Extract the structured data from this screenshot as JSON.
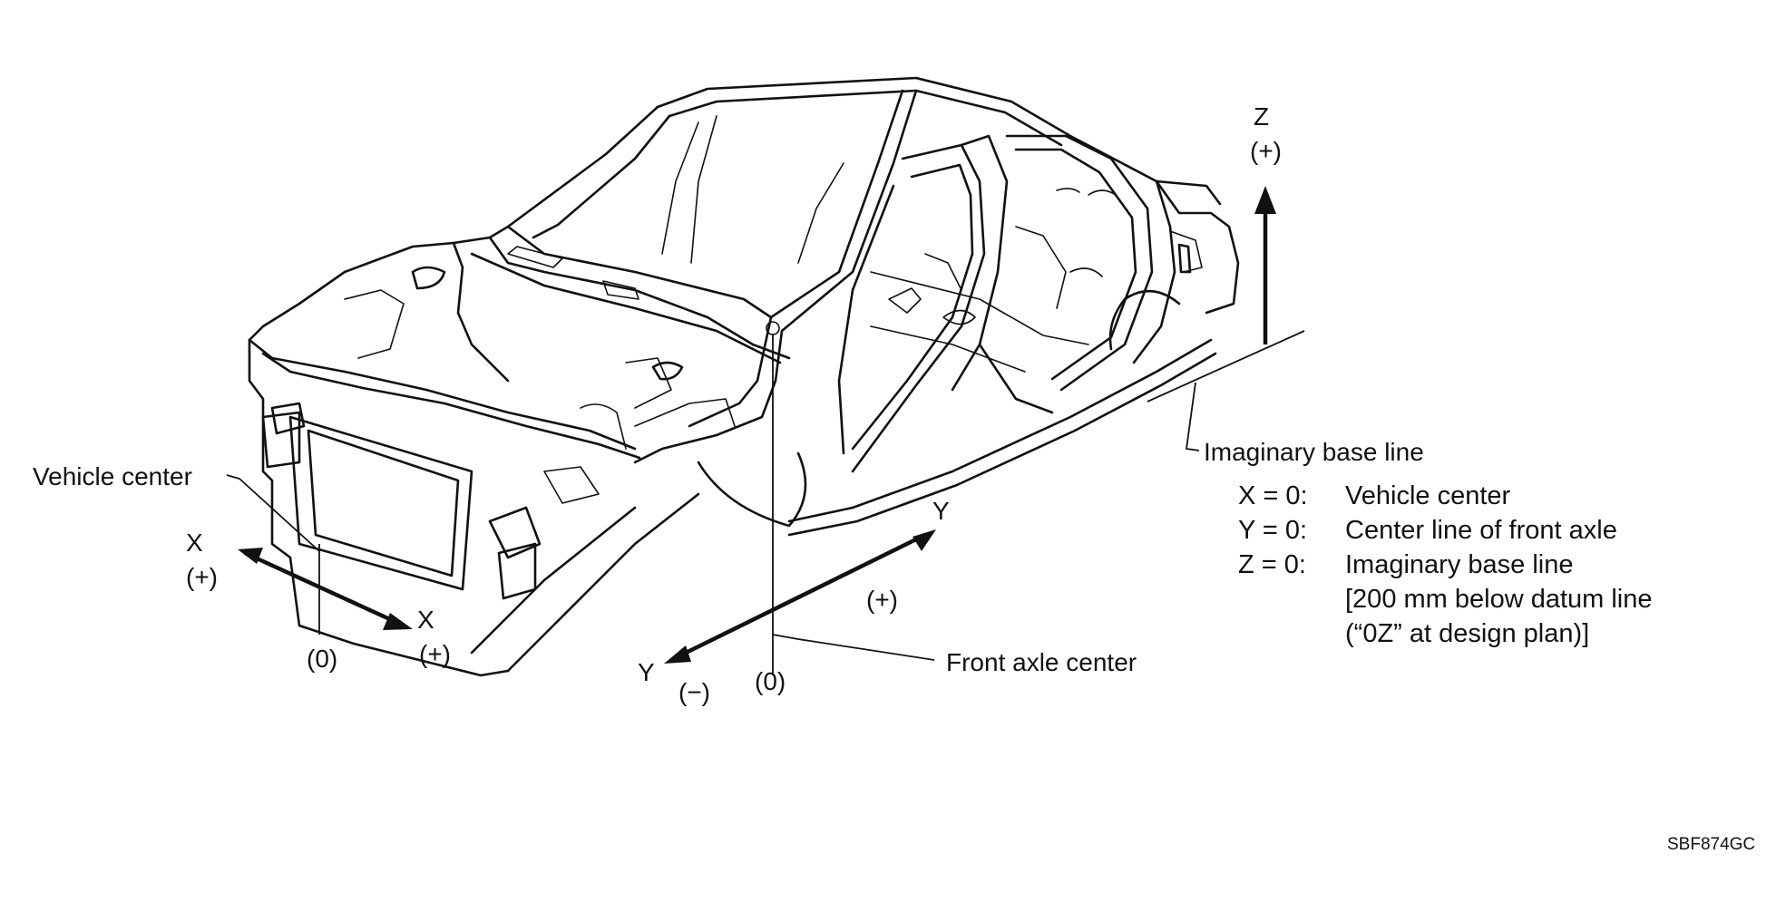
{
  "labels": {
    "vehicle_center": "Vehicle center",
    "x_left": "X",
    "x_left_sign": "(+)",
    "x_zero": "(0)",
    "x_right": "X",
    "x_right_sign": "(+)",
    "y_left": "Y",
    "y_left_sign": "(−)",
    "y_zero": "(0)",
    "y_right": "Y",
    "y_right_sign": "(+)",
    "front_axle_center": "Front axle center",
    "z_axis": "Z",
    "z_sign": "(+)",
    "imaginary_base_line": "Imaginary base line"
  },
  "definitions": [
    {
      "eq": "X = 0:",
      "text": "Vehicle center"
    },
    {
      "eq": "Y = 0:",
      "text": "Center line of front axle"
    },
    {
      "eq": "Z = 0:",
      "text": "Imaginary base line"
    }
  ],
  "definition_note": [
    "[200 mm below datum line",
    "(“0Z” at design plan)]"
  ],
  "figure_code": "SBF874GC",
  "icons": [
    "car-body-shell-drawing",
    "arrow-icon"
  ]
}
